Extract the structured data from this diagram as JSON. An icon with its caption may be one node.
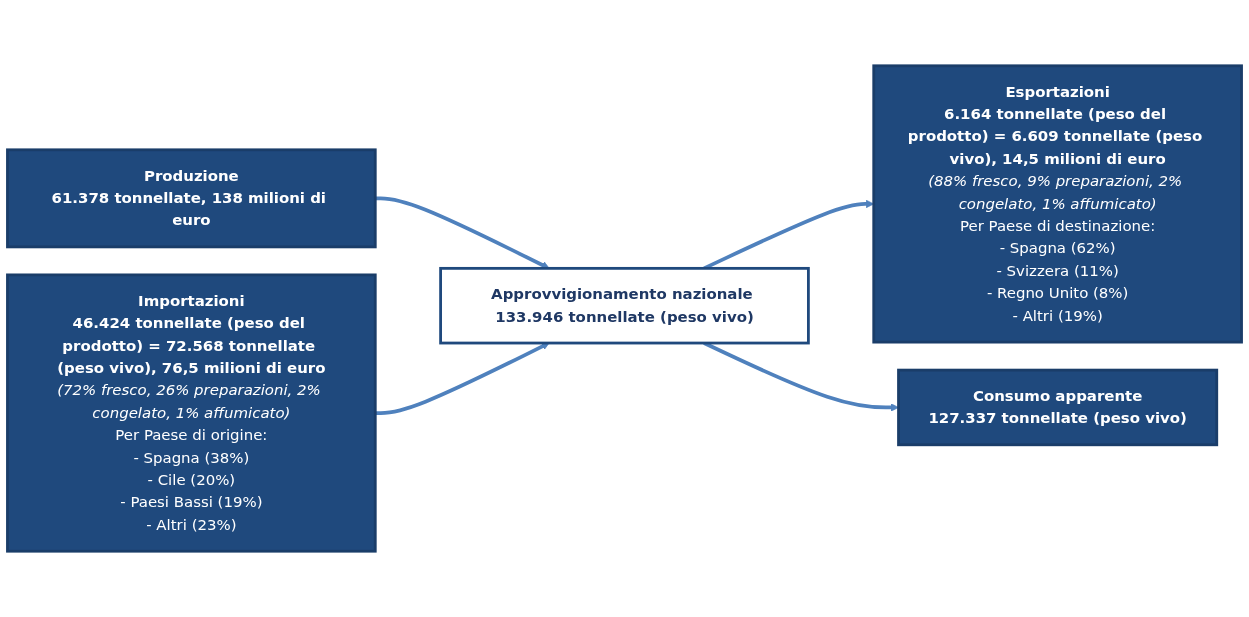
{
  "diagram": {
    "nodes": [
      {
        "text": [
          "Produzione",
          "61.378 tonnellate, 138 milioni di euro"
        ]
      },
      {
        "text": [
          "Importazioni",
          "46.424 tonnellate (peso del prodotto) = 72.568 tonnellate (peso vivo), 76,5 milioni di euro",
          "(72% fresco, 26% preparazioni, 2% congelato, 1% affumicato)",
          "Per Paese di origine:",
          "- Spagna (38%)",
          "- Cile (20%)",
          "- Paesi Bassi (19%)",
          "- Altri (23%)"
        ]
      },
      {
        "text": [
          "Approvvigionamento nazionale 133.946 tonnellate (peso vivo)"
        ]
      },
      {
        "text": [
          "Esportazioni",
          "6.164 tonnellate (peso del prodotto) = 6.609 tonnellate (peso vivo), 14,5 milioni di euro",
          "(88% fresco, 9% preparazioni, 2% congelato, 1% affumicato)",
          "Per Paese di destinazione:",
          "- Spagna (62%)",
          "- Svizzera (11%)",
          "- Regno Unito (8%)",
          "- Altri (19%)"
        ]
      },
      {
        "text": [
          "Consumo apparente",
          "127.337 tonnellate (peso vivo)"
        ]
      }
    ],
    "edges": [
      {
        "from": 0,
        "to": 2,
        "arrow": "to"
      },
      {
        "from": 1,
        "to": 2,
        "arrow": "to"
      },
      {
        "from": 2,
        "to": 3,
        "arrow": "to"
      },
      {
        "from": 2,
        "to": 4,
        "arrow": "to"
      }
    ]
  }
}
